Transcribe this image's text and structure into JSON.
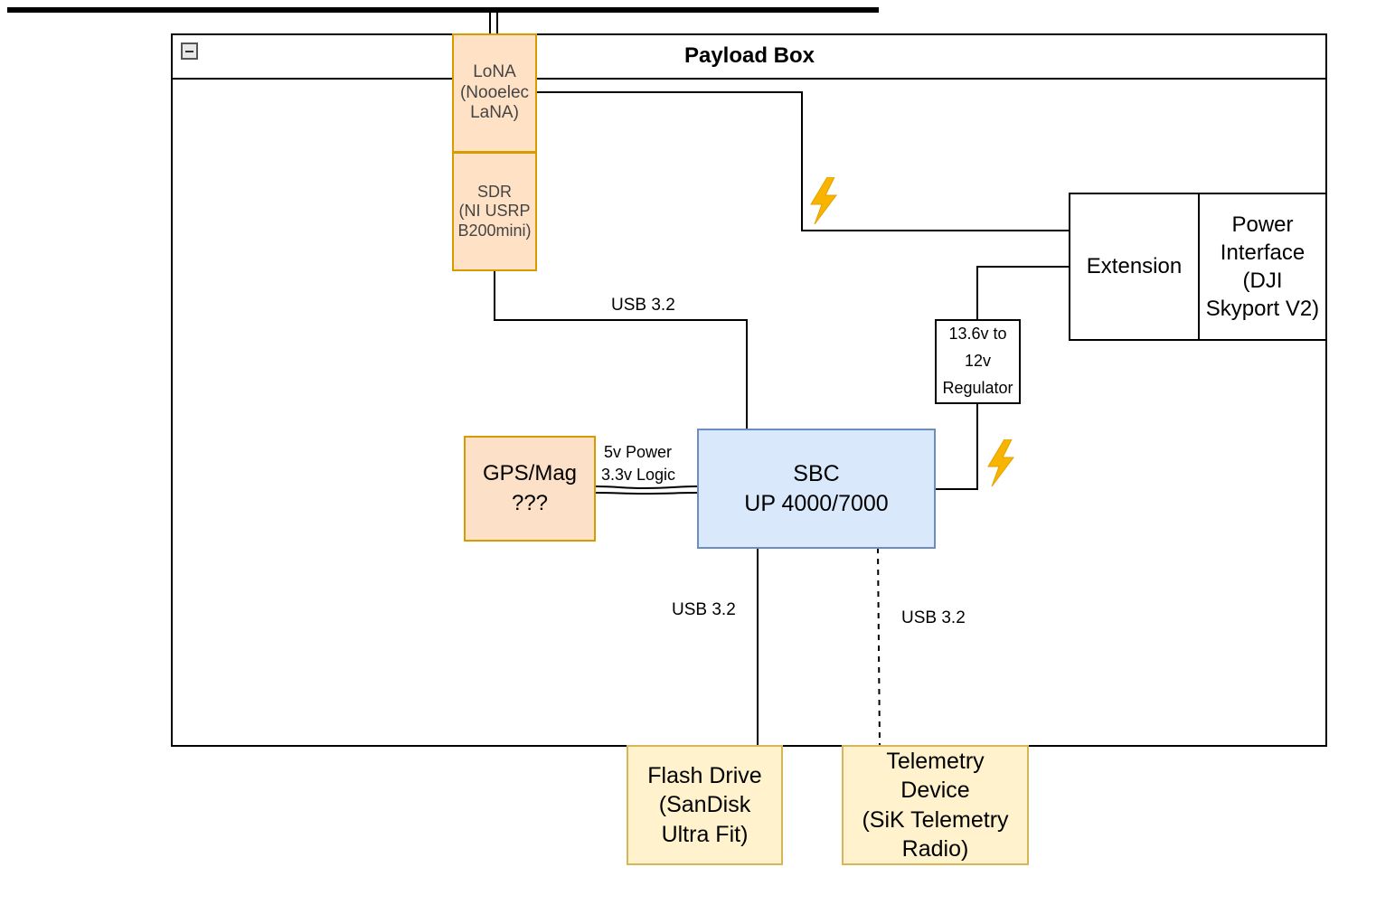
{
  "payload_box": {
    "title": "Payload Box",
    "collapse_icon": "minus-square-icon"
  },
  "components": {
    "lona": [
      "LoNA",
      "(Nooelec",
      "LaNA)"
    ],
    "sdr": [
      "SDR",
      "(NI USRP",
      "B200mini)"
    ],
    "gps": [
      "GPS/Mag",
      "???"
    ],
    "sbc": [
      "SBC",
      "UP 4000/7000"
    ],
    "regulator": [
      "13.6v to",
      "12v",
      "Regulator"
    ],
    "extension": [
      "Extension"
    ],
    "power_interface": [
      "Power",
      "Interface",
      "(DJI",
      "Skyport V2)"
    ],
    "flash_drive": [
      "Flash Drive",
      "(SanDisk",
      "Ultra Fit)"
    ],
    "telemetry": [
      "Telemetry",
      "Device",
      "(SiK Telemetry",
      "Radio)"
    ]
  },
  "connections": {
    "sdr_sbc": "USB 3.2",
    "gps_sbc": [
      "5v Power",
      "3.3v Logic"
    ],
    "sbc_flash": "USB 3.2",
    "sbc_telemetry": "USB 3.2"
  },
  "icons": {
    "power": "lightning-bolt-icon"
  },
  "colors": {
    "orange_fill": "#fde0c8",
    "orange_stroke": "#d79b00",
    "yellow_fill": "#fff2cc",
    "yellow_stroke": "#d6b656",
    "blue_fill": "#dae8fc",
    "blue_stroke": "#6c8ebf",
    "bolt": "#f7b500"
  }
}
